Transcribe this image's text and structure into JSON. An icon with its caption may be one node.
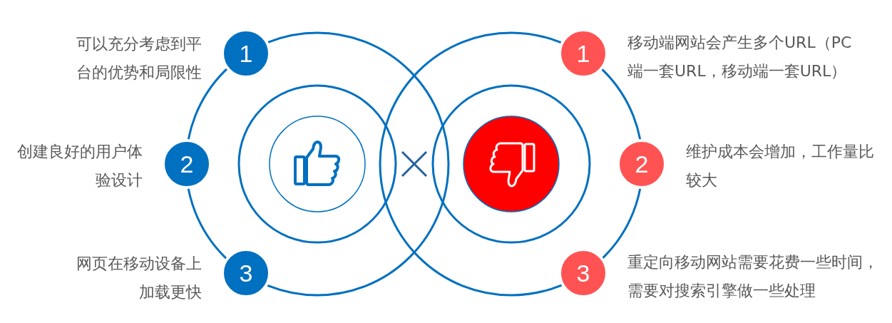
{
  "diagram": {
    "nodes": [
      {
        "text": [
          "1"
        ],
        "beside": [
          "可以充分考虑到平台的优势和局限性"
        ]
      },
      {
        "text": [
          "2"
        ],
        "beside": [
          "创建良好的用户体验设计"
        ]
      },
      {
        "text": [
          "3"
        ],
        "beside": [
          "网页在移动设备上加载更快"
        ]
      },
      {
        "text": [
          "1"
        ],
        "beside": [
          "移动端网站会产生多个URL（PC端一套URL，移动端一套URL）"
        ]
      },
      {
        "text": [
          "2"
        ],
        "beside": [
          "维护成本会增加，工作量比较大"
        ]
      },
      {
        "text": [
          "3"
        ],
        "beside": [
          "重定向移动网站需要花费一些时间，需要对搜索引擎做一些处理"
        ]
      }
    ]
  }
}
